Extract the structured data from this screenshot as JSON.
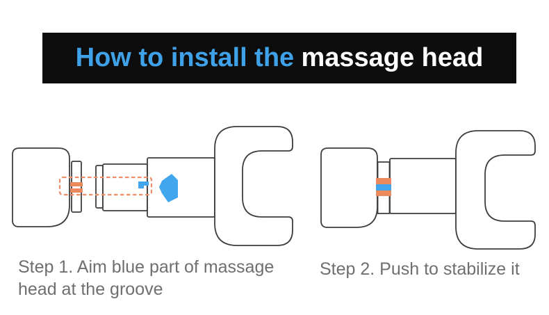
{
  "banner": {
    "title_highlight": "How to install the",
    "title_rest": "massage head",
    "bg": "#0d0d0d",
    "highlight_color": "#3fa2e8",
    "rest_color": "#ffffff"
  },
  "steps": [
    {
      "label": "Step 1. Aim blue part of massage head at the groove"
    },
    {
      "label": "Step 2. Push to stabilize it"
    }
  ],
  "colors": {
    "outline": "#3d3d3d",
    "accent_blue": "#42a6ee",
    "stripe_orange": "#ec8a5c",
    "dash_orange": "#ef8e68",
    "text_grey": "#6f6f6f",
    "fill_white": "#ffffff"
  },
  "icons": {
    "push_arrow": "left-push-arrow",
    "groove_tab": "blue-groove-tab",
    "dashed_box": "alignment-highlight"
  }
}
